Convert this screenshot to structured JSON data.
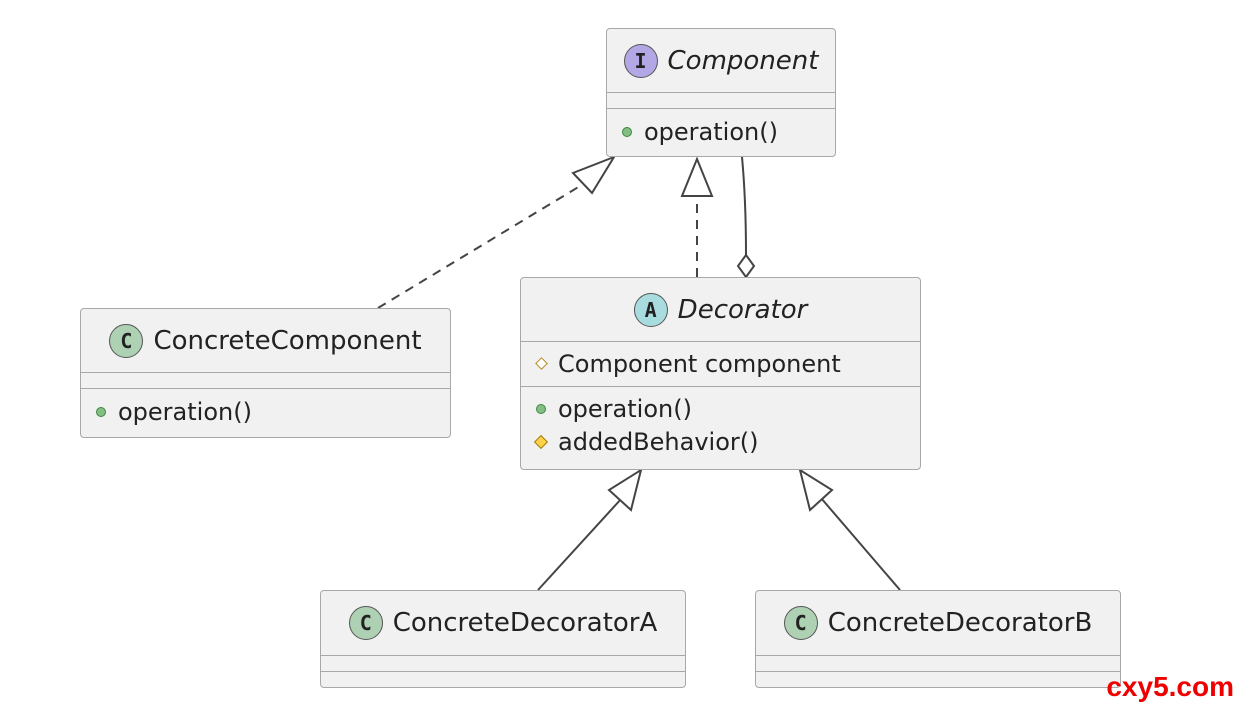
{
  "classes": {
    "component": {
      "badge": "I",
      "name": "Component",
      "methods": [
        {
          "text": "operation()"
        }
      ]
    },
    "decorator": {
      "badge": "A",
      "name": "Decorator",
      "fields": [
        {
          "text": "Component component"
        }
      ],
      "methods": [
        {
          "text": "operation()"
        },
        {
          "text": "addedBehavior()"
        }
      ]
    },
    "concrete_component": {
      "badge": "C",
      "name": "ConcreteComponent",
      "methods": [
        {
          "text": "operation()"
        }
      ]
    },
    "concrete_decorator_a": {
      "badge": "C",
      "name": "ConcreteDecoratorA"
    },
    "concrete_decorator_b": {
      "badge": "C",
      "name": "ConcreteDecoratorB"
    }
  },
  "watermark": "cxy5.com",
  "colors": {
    "interface_badge": "#b4a7e5",
    "abstract_badge": "#a9dcdf",
    "class_badge": "#add1b2",
    "box_fill": "#f1f1f1",
    "public_dot": "#84be84",
    "protected_diamond": "#ffd24a",
    "watermark": "#ee0000"
  }
}
